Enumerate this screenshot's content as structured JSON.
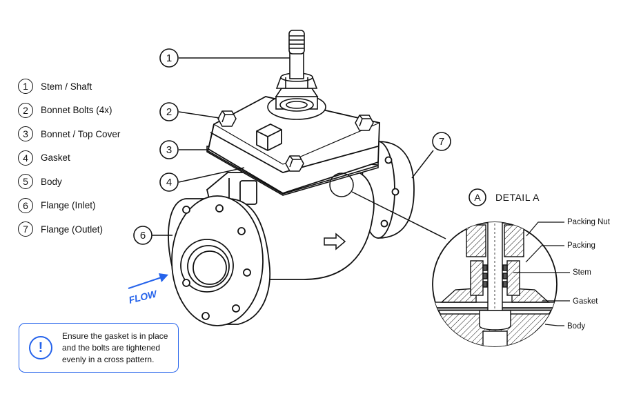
{
  "legend": [
    {
      "num": "1",
      "label": "Stem / Shaft"
    },
    {
      "num": "2",
      "label": "Bonnet Bolts (4x)"
    },
    {
      "num": "3",
      "label": "Bonnet / Top Cover"
    },
    {
      "num": "4",
      "label": "Gasket"
    },
    {
      "num": "5",
      "label": "Body"
    },
    {
      "num": "6",
      "label": "Flange (Inlet)"
    },
    {
      "num": "7",
      "label": "Flange (Outlet)"
    }
  ],
  "callouts": {
    "c1": "1",
    "c2": "2",
    "c3": "3",
    "c4": "4",
    "c6": "6",
    "c7": "7"
  },
  "flow_label": "FLOW",
  "detail": {
    "marker": "A",
    "title": "DETAIL A",
    "labels": {
      "packing_nut": "Packing Nut",
      "packing": "Packing",
      "stem": "Stem",
      "gasket": "Gasket",
      "body": "Body"
    }
  },
  "note": {
    "text": "Ensure the gasket is in place and the bolts are tightened evenly in a cross pattern."
  },
  "colors": {
    "accent": "#2563eb",
    "line": "#111111"
  }
}
